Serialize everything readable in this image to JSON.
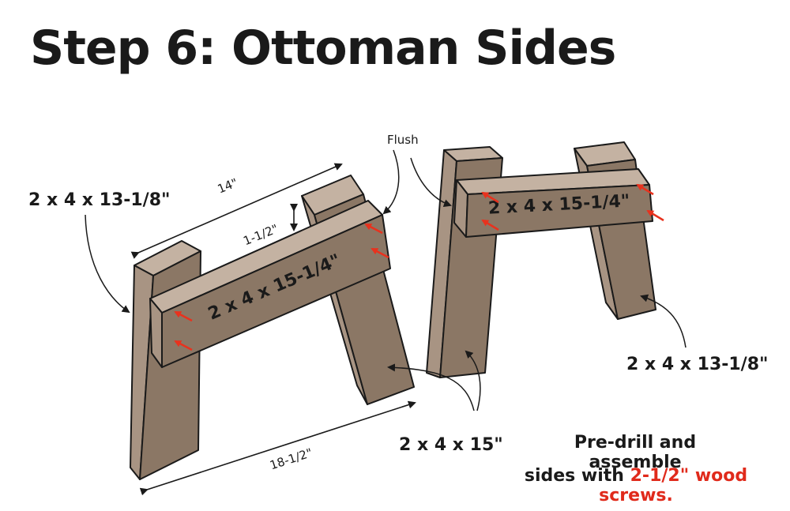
{
  "title": "Step 6: Ottoman Sides",
  "labels": {
    "leg_left_front": "2 x 4 x 13-1/8\"",
    "leg_right_back": "2 x 4 x 13-1/8\"",
    "rail_left": "2 x 4 x 15-1/4\"",
    "rail_right": "2 x 4 x 15-1/4\"",
    "leg_15": "2 x 4 x 15\"",
    "flush": "Flush",
    "dim_top": "14\"",
    "dim_bottom": "18-1/2\"",
    "dim_offset": "1-1/2\""
  },
  "instructions": {
    "line1": "Pre-drill and assemble",
    "line2_prefix": "sides with ",
    "line2_highlight": "2-1/2\" wood screws."
  },
  "colors": {
    "wood_face": "#8b7765",
    "wood_side": "#a89483",
    "wood_top": "#c4b2a2",
    "outline": "#1a1a1a",
    "screw_arrow": "#e8321e",
    "highlight_text": "#e02a1b"
  },
  "icons": [
    "screw-arrow-icon"
  ]
}
